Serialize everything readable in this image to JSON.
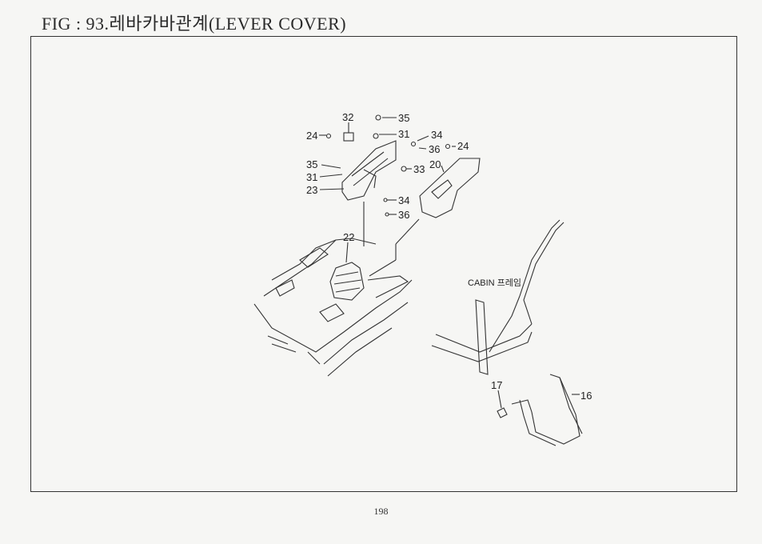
{
  "title": "FIG : 93.레바카바관계(LEVER COVER)",
  "page_number": "198",
  "cabin_label": "CABIN 프레임",
  "callouts": {
    "c32": "32",
    "c35a": "35",
    "c31a": "31",
    "c34a": "34",
    "c36a": "36",
    "c24a": "24",
    "c24b": "24",
    "c20": "20",
    "c33": "33",
    "c35b": "35",
    "c31b": "31",
    "c23": "23",
    "c34b": "34",
    "c36b": "36",
    "c22": "22",
    "c17": "17",
    "c16": "16"
  }
}
